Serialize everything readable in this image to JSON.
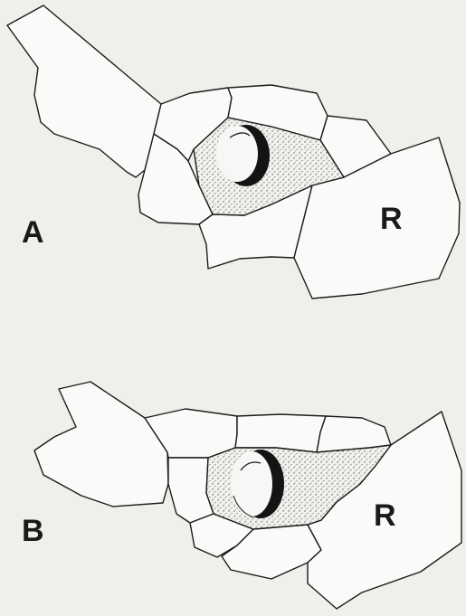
{
  "panels": [
    {
      "id": "A",
      "label": "A",
      "side_label": "R"
    },
    {
      "id": "B",
      "label": "B",
      "side_label": "R"
    }
  ],
  "colors": {
    "background": "#efefec",
    "plate_fill": "#fafaf8",
    "line": "#1c1c1c",
    "stipple": "#5a5a5a"
  }
}
